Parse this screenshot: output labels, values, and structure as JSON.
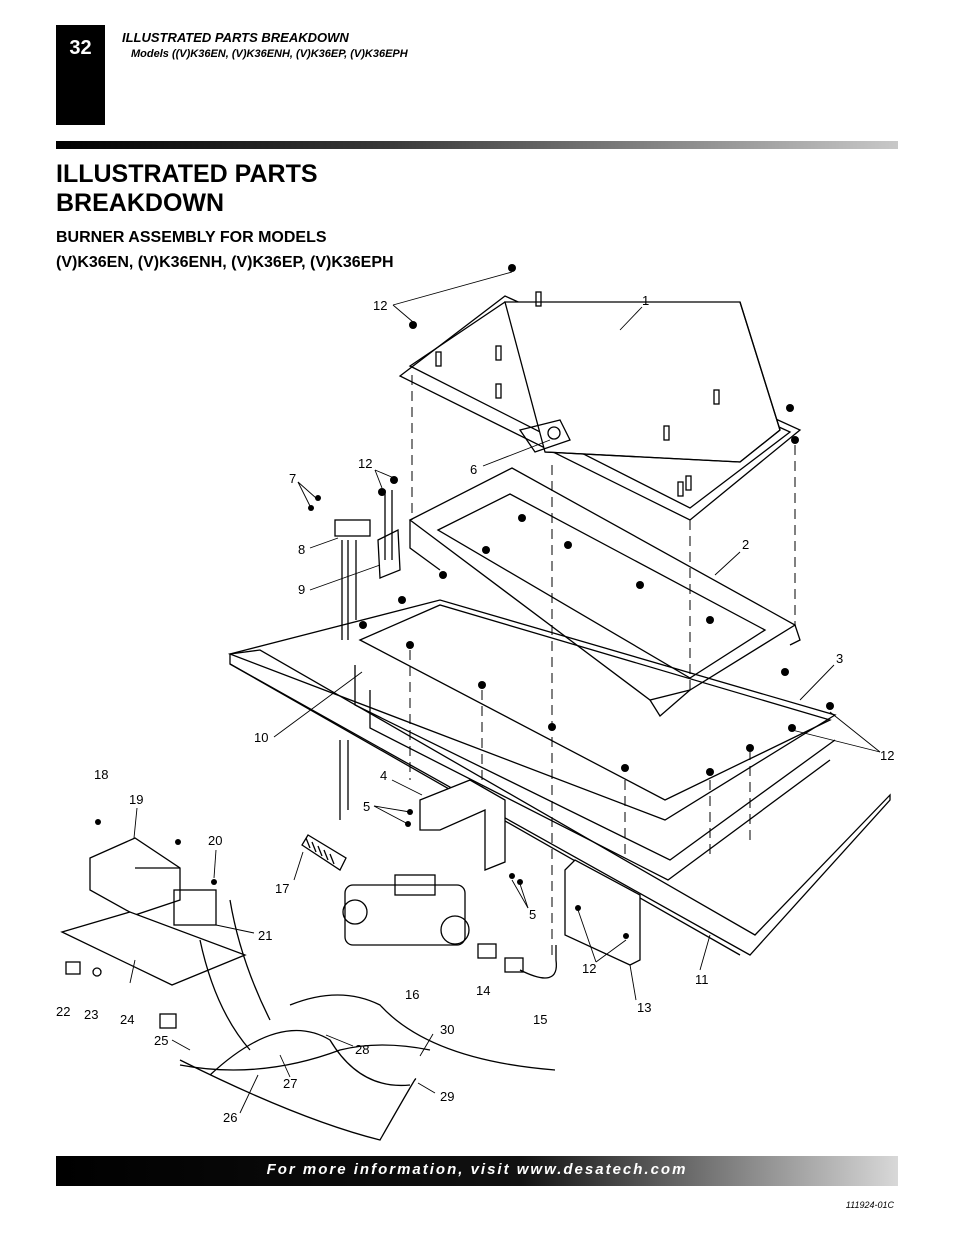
{
  "header": {
    "page_number": "32",
    "section_title": "ILLUSTRATED PARTS BREAKDOWN",
    "models_line": "Models ((V)K36EN, (V)K36ENH, (V)K36EP, (V)K36EPH"
  },
  "title": {
    "main": "ILLUSTRATED PARTS BREAKDOWN",
    "sub_line1": "BURNER ASSEMBLY FOR MODELS",
    "sub_line2": "(V)K36EN, (V)K36ENH, (V)K36EP, (V)K36EPH"
  },
  "callouts": [
    "1",
    "2",
    "3",
    "4",
    "5",
    "5",
    "6",
    "7",
    "8",
    "9",
    "10",
    "11",
    "12",
    "12",
    "12",
    "12",
    "12",
    "13",
    "14",
    "15",
    "16",
    "17",
    "18",
    "19",
    "20",
    "21",
    "22",
    "23",
    "24",
    "25",
    "26",
    "27",
    "28",
    "29",
    "30"
  ],
  "footer": {
    "text": "For more information, visit www.desatech.com",
    "part_code": "111924-01C"
  }
}
